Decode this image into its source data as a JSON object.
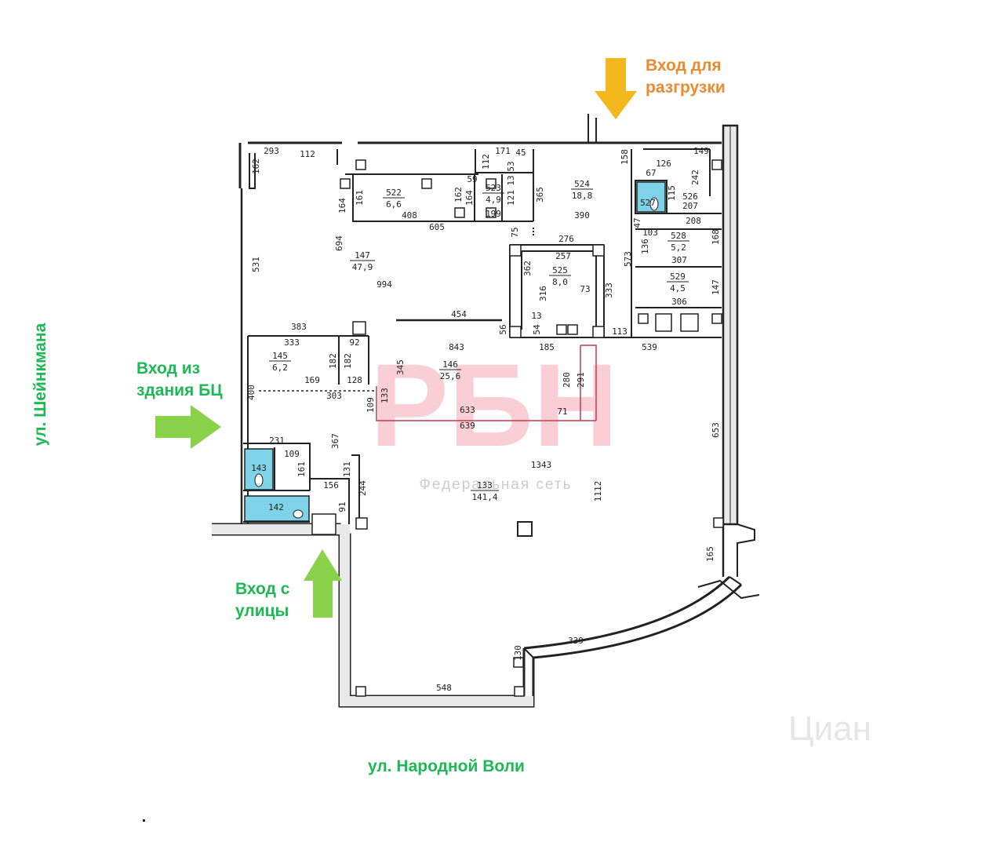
{
  "colors": {
    "street_label": "#1db954",
    "entrance_arrow": "#8ad24a",
    "loading_label": "#ec8a2f",
    "loading_arrow": "#f2b81d",
    "wet_room_fill": "#7fd3e8",
    "wall": "#222222",
    "watermark": "#f4a6b3"
  },
  "icons": [
    "entrance-arrow-icon",
    "loading-arrow-icon",
    "watermark-logo-icon"
  ],
  "labels": {
    "loading": [
      "Вход для",
      "разгрузки"
    ],
    "bc_entrance": [
      "Вход из",
      "здания БЦ"
    ],
    "street_entrance": [
      "Вход с",
      "улицы"
    ],
    "street_left": "ул. Шейнкмана",
    "street_bottom": "ул. Народной Воли"
  },
  "watermarks": {
    "logo": "РБН",
    "tagline": "Федеральная сеть",
    "corner": "Циан"
  },
  "rooms": [
    {
      "num": "522",
      "area": "6,6"
    },
    {
      "num": "523",
      "area": "4,9"
    },
    {
      "num": "524",
      "area": "18,8"
    },
    {
      "num": "526",
      "area": "207"
    },
    {
      "num": "527",
      "area": ""
    },
    {
      "num": "528",
      "area": "5,2"
    },
    {
      "num": "529",
      "area": "4,5"
    },
    {
      "num": "147",
      "area": "47,9"
    },
    {
      "num": "525",
      "area": "8,0"
    },
    {
      "num": "145",
      "area": "6,2"
    },
    {
      "num": "146",
      "area": "25,6"
    },
    {
      "num": "133",
      "area": "141,4"
    },
    {
      "num": "143",
      "area": ""
    },
    {
      "num": "142",
      "area": ""
    }
  ],
  "dimensions": [
    "293",
    "112",
    "171",
    "45",
    "162",
    "164",
    "161",
    "408",
    "605",
    "162",
    "59",
    "164",
    "199",
    "112",
    "53",
    "13",
    "121",
    "75",
    "365",
    "390",
    "158",
    "126",
    "149",
    "67",
    "242",
    "115",
    "47",
    "208",
    "103",
    "136",
    "307",
    "168",
    "573",
    "276",
    "257",
    "362",
    "316",
    "73",
    "333",
    "147",
    "306",
    "694",
    "531",
    "994",
    "454",
    "13",
    "54",
    "56",
    "113",
    "539",
    "185",
    "383",
    "333",
    "92",
    "182",
    "182",
    "169",
    "128",
    "400",
    "303",
    "345",
    "843",
    "280",
    "291",
    "109",
    "133",
    "633",
    "71",
    "639",
    "231",
    "109",
    "161",
    "131",
    "367",
    "156",
    "244",
    "91",
    "1343",
    "1112",
    "653",
    "165",
    "339",
    "130",
    "548"
  ]
}
